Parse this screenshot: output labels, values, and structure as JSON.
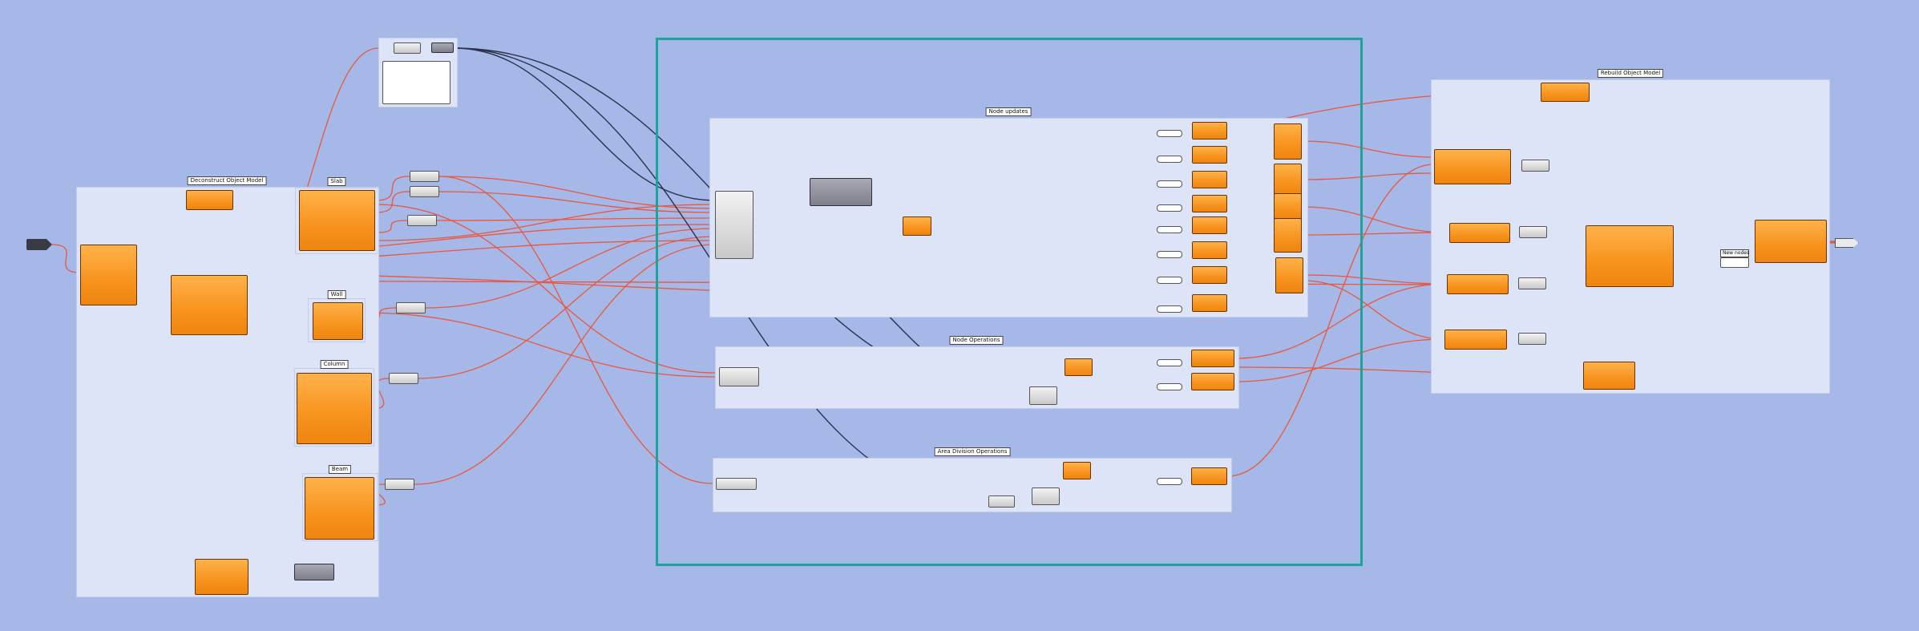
{
  "canvas": {
    "background": "#a6b8e8",
    "wire_color": "#e8573c",
    "wire_dark": "#2b3148",
    "selection_color": "#1ea399"
  },
  "groups": {
    "deconstruct": "Deconstruct Object Model",
    "slab": "Slab",
    "wall": "Wall",
    "column": "Column",
    "beam": "Beam",
    "node_updates": "Node updates",
    "node_operations": "Node Operations",
    "area_division": "Area Division Operations",
    "rebuild": "Rebuild Object Model"
  },
  "rebuild_note": "New nodes",
  "icons": {
    "input": "input-hexagon-icon",
    "output": "output-arrow-icon"
  }
}
